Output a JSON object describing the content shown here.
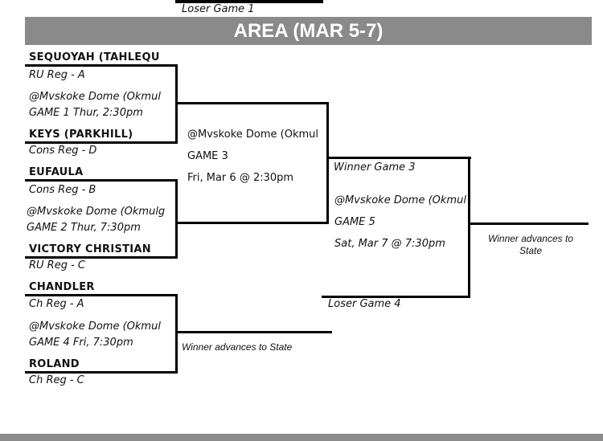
{
  "top_label": "Loser Game 1",
  "banner": "AREA (MAR 5-7)",
  "game1": {
    "team_a": "SEQUOYAH (TAHLEQU",
    "team_a_seed": "RU Reg - A",
    "venue": "@Mvskoke Dome (Okmul",
    "time": "GAME 1 Thur, 2:30pm",
    "team_b": "KEYS (PARKHILL)",
    "team_b_seed": "Cons Reg - D"
  },
  "game2": {
    "team_a": "EUFAULA",
    "team_a_seed": "Cons Reg - B",
    "venue": "@Mvskoke Dome (Okmulg",
    "time": "GAME 2 Thur, 7:30pm",
    "team_b": "VICTORY CHRISTIAN",
    "team_b_seed": "RU Reg - C"
  },
  "game3": {
    "venue": "@Mvskoke Dome (Okmul",
    "game": "GAME 3",
    "time": "Fri, Mar 6 @ 2:30pm"
  },
  "game4": {
    "team_a": "CHANDLER",
    "team_a_seed": "Ch Reg - A",
    "venue": "@Mvskoke Dome (Okmul",
    "time": "GAME 4 Fri, 7:30pm",
    "team_b": "ROLAND",
    "team_b_seed": "Ch Reg - C",
    "advance": "Winner advances to State"
  },
  "game5": {
    "top": "Winner Game 3",
    "venue": "@Mvskoke Dome (Okmul",
    "game": "GAME 5",
    "time": "Sat, Mar 7 @ 7:30pm",
    "bottom": "Loser Game 4",
    "advance_line1": "Winner advances to",
    "advance_line2": "State"
  }
}
